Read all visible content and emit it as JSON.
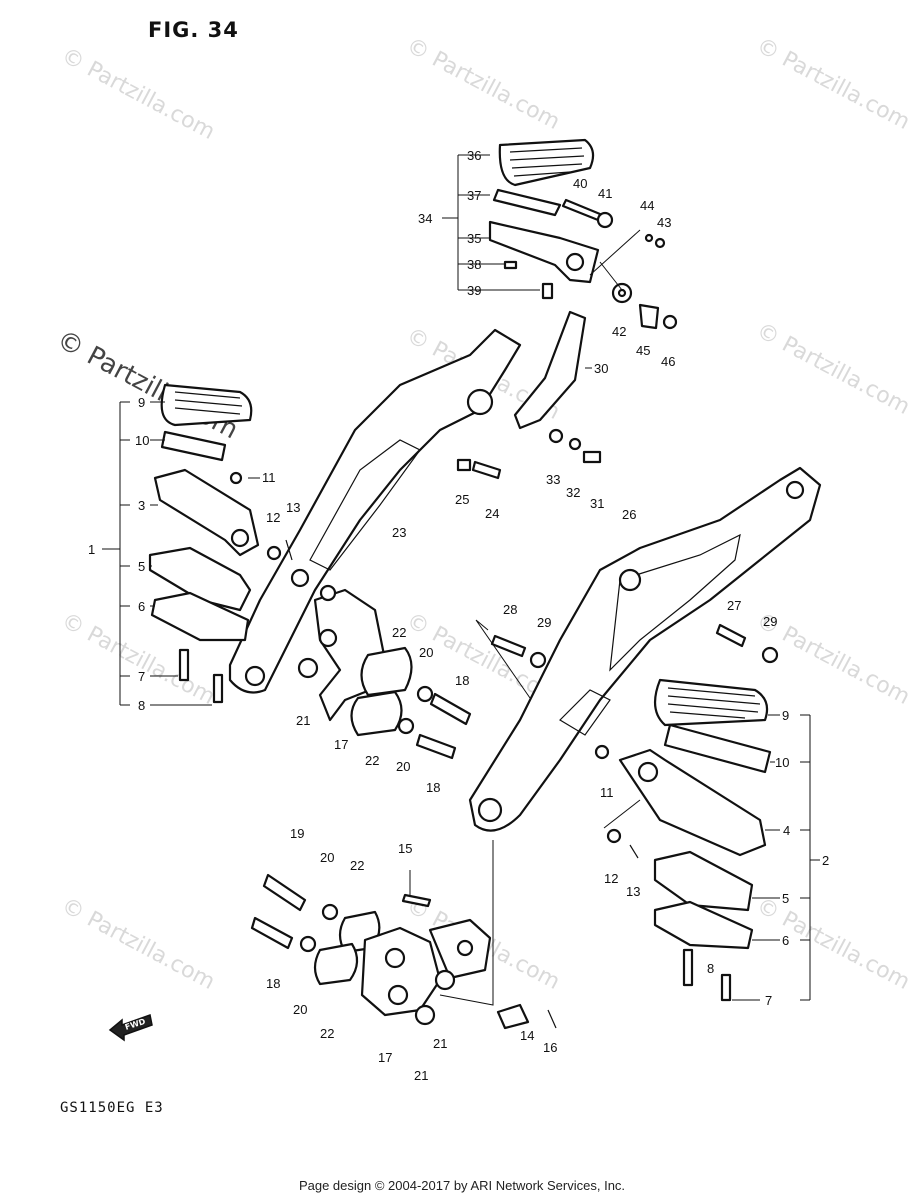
{
  "figure_title": "FIG. 34",
  "model_code": "GS1150EG  E3",
  "footer": "Page design © 2004-2017 by ARI Network Services, Inc.",
  "watermark": "© Partzilla.com",
  "callouts": {
    "c1": "1",
    "c2": "2",
    "c3": "3",
    "c4": "4",
    "c5": "5",
    "c6": "6",
    "c7": "7",
    "c8": "8",
    "c9": "9",
    "c10": "10",
    "c11": "11",
    "c12": "12",
    "c13": "13",
    "c14": "14",
    "c15": "15",
    "c16": "16",
    "c17": "17",
    "c18": "18",
    "c19": "19",
    "c20": "20",
    "c21": "21",
    "c22": "22",
    "c23": "23",
    "c24": "24",
    "c25": "25",
    "c26": "26",
    "c27": "27",
    "c28": "28",
    "c29": "29",
    "c30": "30",
    "c31": "31",
    "c32": "32",
    "c33": "33",
    "c34": "34",
    "c35": "35",
    "c36": "36",
    "c37": "37",
    "c38": "38",
    "c39": "39",
    "c40": "40",
    "c41": "41",
    "c42": "42",
    "c43": "43",
    "c44": "44",
    "c45": "45",
    "c46": "46"
  },
  "fwd_label": "FWD"
}
